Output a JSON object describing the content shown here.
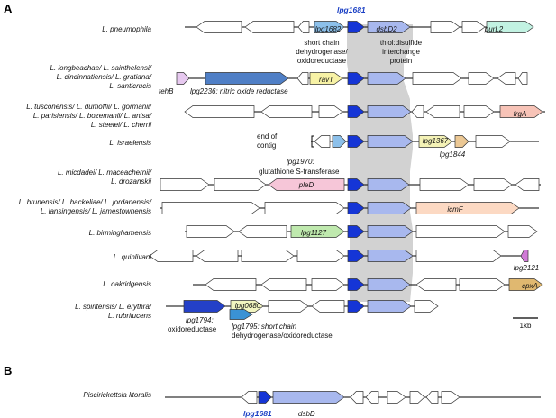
{
  "panels": [
    "A",
    "B"
  ],
  "colors": {
    "lpg1681": "#1535d6",
    "dsbD2": "#a8b8ee",
    "lpg1682": "#8cc0ea",
    "purL2": "#c2f2e2",
    "tehB": "#e7c9f0",
    "lpg2236": "#4f7fc6",
    "ravT": "#f7f2a5",
    "frgA": "#f7c3b7",
    "lpg1367": "#f4f2b6",
    "lpg1844": "#ecc894",
    "pleD": "#f6c6d8",
    "icmF": "#fcd9c3",
    "lpg1127": "#bfe9ae",
    "lpg2121": "#d07ad6",
    "cpxA": "#e0b870",
    "lpg1794": "#2440c8",
    "lpg0680": "#f2f5c0",
    "lpg1795": "#3a92d4",
    "grey_band": "#d2d2d2",
    "empty": "#ffffff"
  },
  "panelA": {
    "header_label": "lpg1681",
    "species": [
      [
        "L. pneumophila"
      ],
      [
        "L. longbeachae/ L. sainthelensi/",
        "L. cincinnatiensis/ L. gratiana/",
        "L. santicrucis"
      ],
      [
        "L. tusconensis/ L. dumoffii/ L. gormanii/",
        "L. parisiensis/ L. bozemanii/ L. anisa/",
        "L. steelei/ L. cherrii"
      ],
      [
        "L. israelensis"
      ],
      [
        "L. micdadei/ L. maceachernii/",
        "L. drozanskii"
      ],
      [
        "L. brunensis/ L. hackeliae/ L. jordanensis/",
        "L. lansingensis/ L. jamestownensis"
      ],
      [
        "L. birminghamensis"
      ],
      [
        "L. quinlivani"
      ],
      [
        "L. oakridgensis"
      ],
      [
        "L. spiritensis/ L. erythra/",
        "L. rubrilucens"
      ]
    ],
    "gene_labels": {
      "lpg1682": "lpg1682",
      "dsbD2": "dsbD2",
      "purL2": "purL2",
      "short_chain": [
        "short chain",
        "dehydrogenase/",
        "oxidoreductase"
      ],
      "thiol": [
        "thiol:disulfide",
        "interchange",
        "protein"
      ],
      "ravT": "ravT",
      "tehB": "tehB",
      "lpg2236": "lpg2236: nitric oxide reductase",
      "frgA": "frgA",
      "end_of_contig": [
        "end of",
        "contig"
      ],
      "lpg1970": "lpg1970:",
      "gst": "glutathione S-transferase",
      "lpg1367": "lpg1367",
      "lpg1844": "lpg1844",
      "pleD": "pleD",
      "icmF": "icmF",
      "lpg1127": "lpg1127",
      "lpg2121": "lpg2121",
      "cpxA": "cpxA",
      "lpg0680": "lpg0680",
      "lpg1794": "lpg1794:",
      "oxidoreductase": "oxidoreductase",
      "lpg1795": "lpg1795: short chain",
      "lpg1795b": "dehydrogenase/oxidoreductase"
    },
    "scale_bar": "1kb"
  },
  "panelB": {
    "species": "Piscirickettsia litoralis",
    "gene_labels": {
      "lpg1681": "lpg1681",
      "dsbD": "dsbD"
    }
  }
}
